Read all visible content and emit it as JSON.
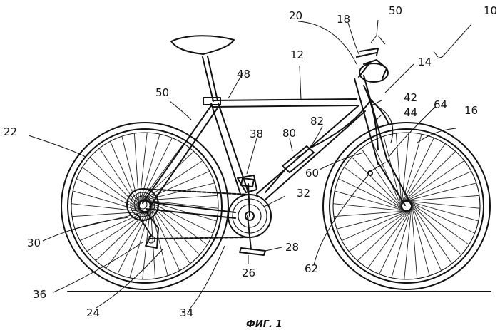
{
  "figure": {
    "caption": "ФИГ. 1"
  },
  "labels": {
    "l10": "10",
    "l12": "12",
    "l14": "14",
    "l16": "16",
    "l18": "18",
    "l20": "20",
    "l22": "22",
    "l24": "24",
    "l26": "26",
    "l28": "28",
    "l30": "30",
    "l32": "32",
    "l34": "34",
    "l36": "36",
    "l38": "38",
    "l42": "42",
    "l44": "44",
    "l48": "48",
    "l50a": "50",
    "l50b": "50",
    "l60": "60",
    "l62": "62",
    "l64": "64",
    "l80": "80",
    "l82": "82"
  }
}
